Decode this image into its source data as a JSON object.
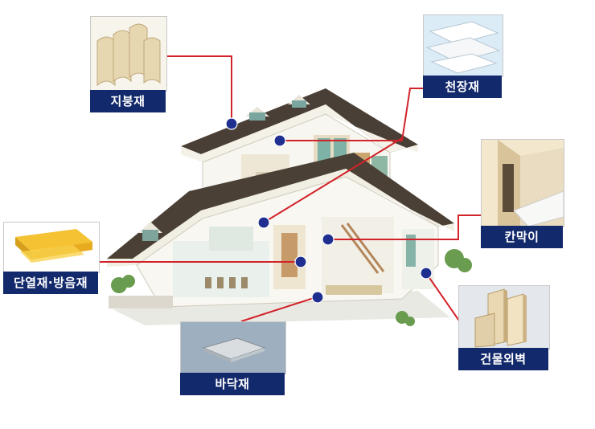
{
  "labels": {
    "roofing": "지붕재",
    "ceiling": "천장재",
    "partition": "칸막이",
    "insulation": "단열재·방음재",
    "flooring": "바닥재",
    "exterior_wall": "건물외벽"
  },
  "colors": {
    "label_bg": "#12296b",
    "leader_line": "#d2232a",
    "marker": "#1e2f8f"
  }
}
